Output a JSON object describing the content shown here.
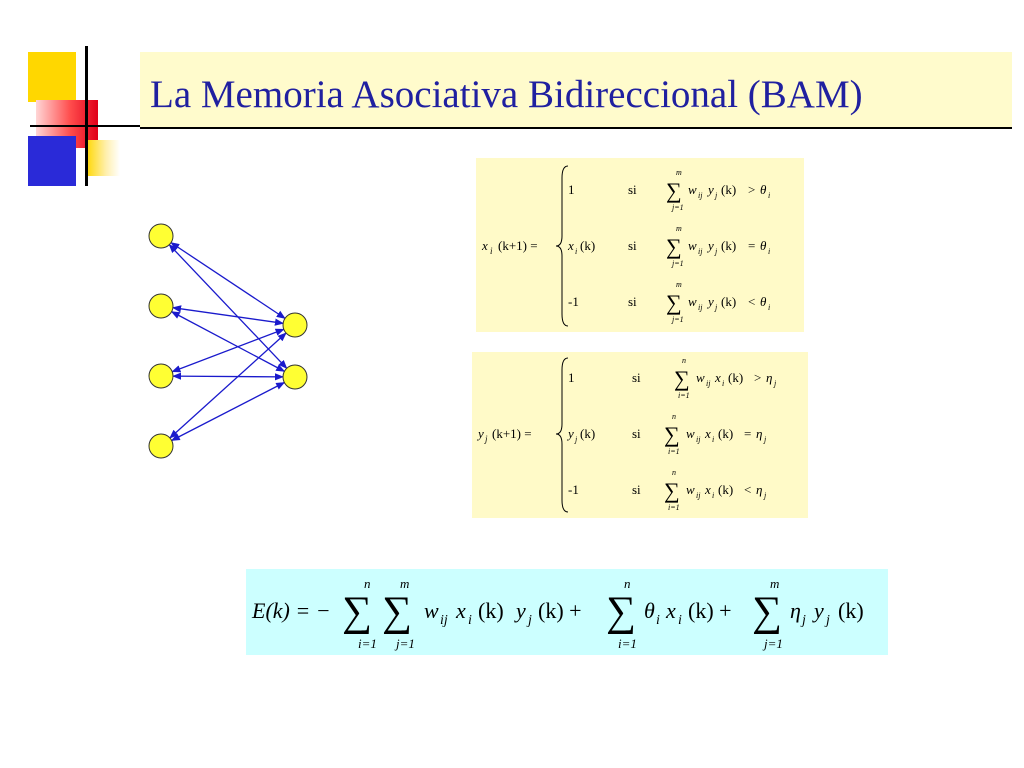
{
  "slide": {
    "title": "La Memoria Asociativa Bidireccional (BAM)"
  },
  "colors": {
    "title_text": "#2020a0",
    "title_bar": "#fffbcc",
    "node_fill": "#ffff33",
    "arrow": "#1a1acc",
    "formula_box": "#fffac8",
    "energy_box": "#ccffff"
  },
  "network": {
    "left_nodes": 4,
    "right_nodes": 2
  },
  "equations": {
    "x_update": {
      "lhs": "x",
      "lhs_sub": "i",
      "arg": "(k+1) =",
      "cases": [
        {
          "value": "1",
          "cond": "si",
          "op": ">",
          "threshold": "θ",
          "threshold_sub": "i"
        },
        {
          "value": "x",
          "value_sub": "i",
          "value_arg": "(k)",
          "cond": "si",
          "op": "=",
          "threshold": "θ",
          "threshold_sub": "i"
        },
        {
          "value": "-1",
          "cond": "si",
          "op": "<",
          "threshold": "θ",
          "threshold_sub": "i"
        }
      ],
      "sum_upper": "m",
      "sum_lower": "j=1",
      "term_w": "w",
      "term_w_sub": "ij",
      "term_v": "y",
      "term_v_sub": "j",
      "term_arg": "(k)"
    },
    "y_update": {
      "lhs": "y",
      "lhs_sub": "j",
      "arg": "(k+1) =",
      "cases": [
        {
          "value": "1",
          "cond": "si",
          "op": ">",
          "threshold": "η",
          "threshold_sub": "j"
        },
        {
          "value": "y",
          "value_sub": "j",
          "value_arg": "(k)",
          "cond": "si",
          "op": "=",
          "threshold": "η",
          "threshold_sub": "j"
        },
        {
          "value": "-1",
          "cond": "si",
          "op": "<",
          "threshold": "η",
          "threshold_sub": "j"
        }
      ],
      "sum_upper": "n",
      "sum_lower": "i=1",
      "term_w": "w",
      "term_w_sub": "ij",
      "term_v": "x",
      "term_v_sub": "i",
      "term_arg": "(k)"
    },
    "energy": {
      "lhs": "E(k) = −",
      "sum1_upper": "n",
      "sum1_lower": "i=1",
      "sum2_upper": "m",
      "sum2_lower": "j=1",
      "term1": "w",
      "term1_sub": "ij",
      "term1_x": "x",
      "term1_x_sub": "i",
      "term1_x_arg": "(k)",
      "term1_y": "y",
      "term1_y_sub": "j",
      "term1_y_arg": "(k) +",
      "sum3_upper": "n",
      "sum3_lower": "i=1",
      "term2_theta": "θ",
      "term2_theta_sub": "i",
      "term2_x": "x",
      "term2_x_sub": "i",
      "term2_x_arg": "(k) +",
      "sum4_upper": "m",
      "sum4_lower": "j=1",
      "term3_eta": "η",
      "term3_eta_sub": "j",
      "term3_y": "y",
      "term3_y_sub": "j",
      "term3_y_arg": "(k)"
    }
  }
}
